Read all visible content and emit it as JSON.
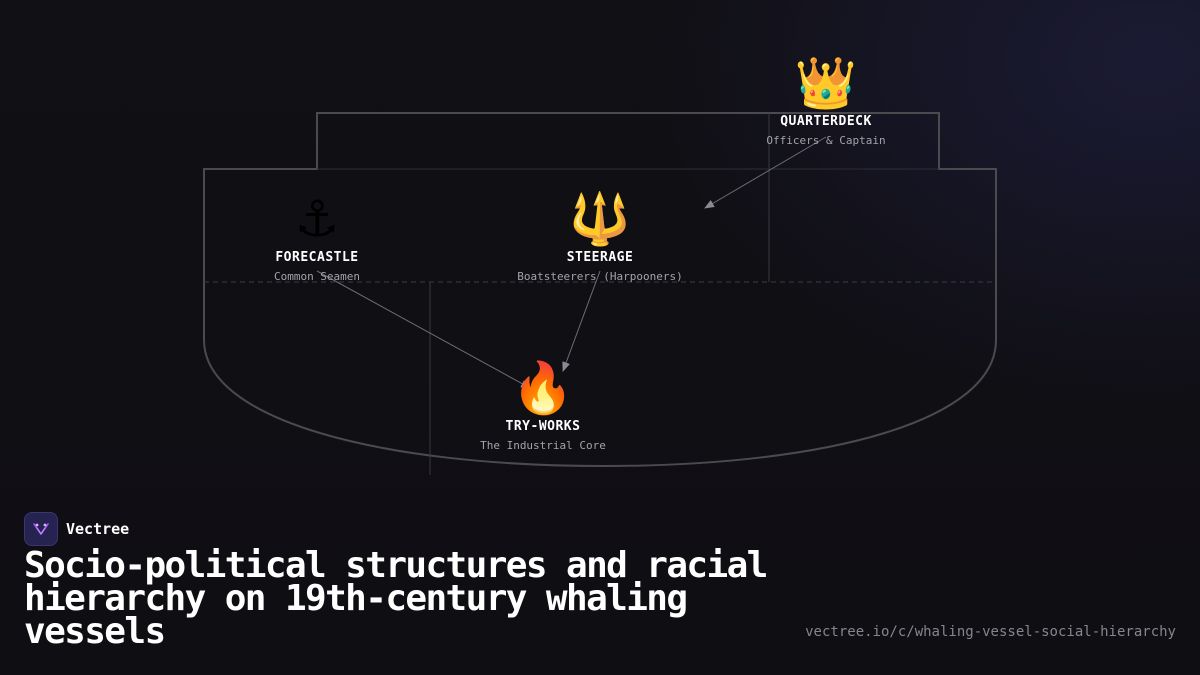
{
  "diagram": {
    "nodes": [
      {
        "id": "quarterdeck",
        "icon": "crown-icon",
        "emoji": "👑",
        "title": "QUARTERDECK",
        "subtitle": "Officers & Captain"
      },
      {
        "id": "forecastle",
        "icon": "anchor-icon",
        "emoji": "⚓",
        "title": "FORECASTLE",
        "subtitle": "Common Seamen"
      },
      {
        "id": "steerage",
        "icon": "trident-icon",
        "emoji": "🔱",
        "title": "STEERAGE",
        "subtitle": "Boatsteerers (Harpooners)"
      },
      {
        "id": "tryworks",
        "icon": "fire-icon",
        "emoji": "🔥",
        "title": "TRY-WORKS",
        "subtitle": "The Industrial Core"
      }
    ],
    "edges": [
      {
        "from": "quarterdeck",
        "to": "steerage"
      },
      {
        "from": "forecastle",
        "to": "tryworks"
      },
      {
        "from": "steerage",
        "to": "tryworks"
      }
    ]
  },
  "brand": {
    "name": "Vectree",
    "logo_color": "#262350",
    "logo_accent": "#a855f7"
  },
  "headline": "Socio-political structures and racial hierarchy on 19th-century whaling vessels",
  "url": "vectree.io/c/whaling-vessel-social-hierarchy"
}
